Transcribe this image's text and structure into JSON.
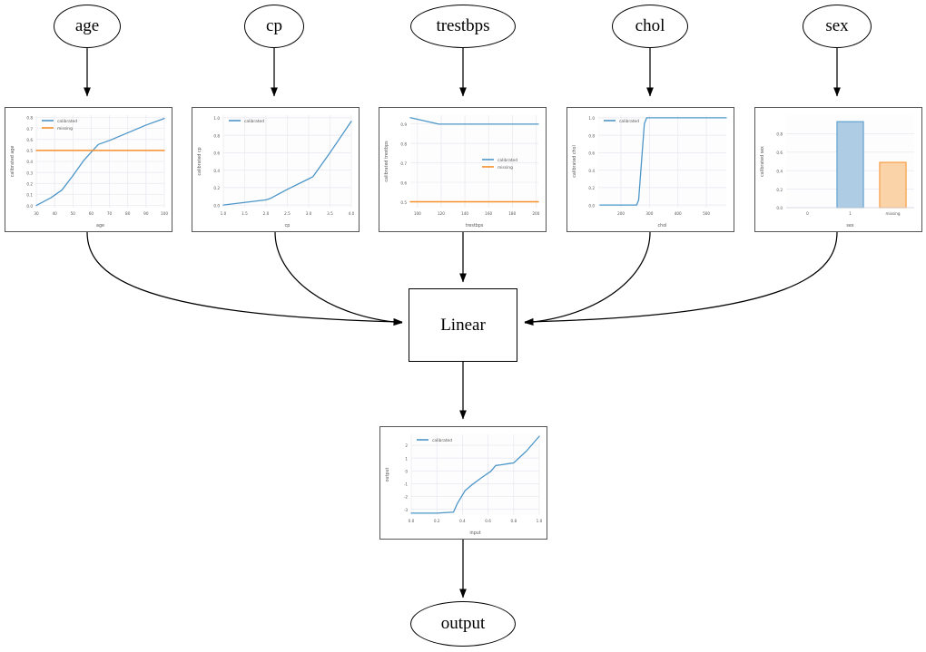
{
  "graph": {
    "input_nodes": [
      {
        "id": "age",
        "label": "age"
      },
      {
        "id": "cp",
        "label": "cp"
      },
      {
        "id": "trestbps",
        "label": "trestbps"
      },
      {
        "id": "chol",
        "label": "chol"
      },
      {
        "id": "sex",
        "label": "sex"
      }
    ],
    "linear_node": {
      "label": "Linear"
    },
    "output_node": {
      "label": "output"
    }
  },
  "legend_labels": {
    "calibrated": "calibrated",
    "missing": "missing"
  },
  "colors": {
    "calibrated": "#4d96c8",
    "missing": "#f5902b",
    "bar_blue_face": "#aecde4",
    "bar_blue_edge": "#4d96c8",
    "bar_orange_face": "#fbd3a8",
    "bar_orange_edge": "#f5902b",
    "panel_border": "#555555",
    "grid": "#e8e8ef"
  },
  "chart_data": [
    {
      "id": "age",
      "type": "line",
      "title": "",
      "xlabel": "age",
      "ylabel": "calibrated age",
      "xlim": [
        30,
        100
      ],
      "ylim": [
        -0.02,
        0.82
      ],
      "xticks": [
        30,
        40,
        50,
        60,
        70,
        80,
        90,
        100
      ],
      "yticks": [
        0.0,
        0.1,
        0.2,
        0.3,
        0.4,
        0.5,
        0.6,
        0.7,
        0.8
      ],
      "grid": true,
      "legend": [
        "calibrated",
        "missing"
      ],
      "legend_position": "upper left",
      "series": [
        {
          "name": "calibrated",
          "color": "#4d96c8",
          "x": [
            30,
            38,
            44,
            50,
            56,
            62,
            64,
            70,
            80,
            90,
            100
          ],
          "y": [
            0.0,
            0.07,
            0.14,
            0.27,
            0.41,
            0.52,
            0.555,
            0.59,
            0.66,
            0.73,
            0.79
          ]
        },
        {
          "name": "missing",
          "color": "#f5902b",
          "x": [
            30,
            100
          ],
          "y": [
            0.5,
            0.5
          ]
        }
      ]
    },
    {
      "id": "cp",
      "type": "line",
      "title": "",
      "xlabel": "cp",
      "ylabel": "calibrated cp",
      "xlim": [
        1.0,
        4.0
      ],
      "ylim": [
        -0.03,
        1.03
      ],
      "xticks": [
        1.0,
        1.5,
        2.0,
        2.5,
        3.0,
        3.5,
        4.0
      ],
      "yticks": [
        0.0,
        0.2,
        0.4,
        0.6,
        0.8,
        1.0
      ],
      "grid": true,
      "legend": [
        "calibrated"
      ],
      "legend_position": "upper left",
      "series": [
        {
          "name": "calibrated",
          "color": "#4d96c8",
          "x": [
            1.0,
            1.5,
            2.0,
            2.1,
            2.5,
            3.0,
            3.1,
            3.5,
            4.0
          ],
          "y": [
            0.0,
            0.03,
            0.06,
            0.075,
            0.18,
            0.3,
            0.325,
            0.6,
            0.96
          ]
        }
      ]
    },
    {
      "id": "trestbps",
      "type": "line",
      "title": "",
      "xlabel": "trestbps",
      "ylabel": "calibrated trestbps",
      "xlim": [
        94,
        202
      ],
      "ylim": [
        0.47,
        0.945
      ],
      "xticks": [
        100,
        120,
        140,
        160,
        180,
        200
      ],
      "yticks": [
        0.5,
        0.6,
        0.7,
        0.8,
        0.9
      ],
      "grid": true,
      "legend": [
        "calibrated",
        "missing"
      ],
      "legend_position": "center right",
      "series": [
        {
          "name": "calibrated",
          "color": "#4d96c8",
          "x": [
            94,
            118,
            202
          ],
          "y": [
            0.932,
            0.899,
            0.899
          ]
        },
        {
          "name": "missing",
          "color": "#f5902b",
          "x": [
            94,
            202
          ],
          "y": [
            0.5,
            0.5
          ]
        }
      ]
    },
    {
      "id": "chol",
      "type": "line",
      "title": "",
      "xlabel": "chol",
      "ylabel": "calibrated chol",
      "xlim": [
        120,
        570
      ],
      "ylim": [
        -0.03,
        1.03
      ],
      "xticks": [
        200,
        300,
        400,
        500
      ],
      "yticks": [
        0.0,
        0.2,
        0.4,
        0.6,
        0.8,
        1.0
      ],
      "grid": true,
      "legend": [
        "calibrated"
      ],
      "legend_position": "upper left",
      "series": [
        {
          "name": "calibrated",
          "color": "#4d96c8",
          "x": [
            126,
            255,
            262,
            282,
            290,
            570
          ],
          "y": [
            0.0,
            0.0,
            0.06,
            0.93,
            1.0,
            1.0
          ]
        }
      ]
    },
    {
      "id": "sex",
      "type": "bar",
      "title": "",
      "xlabel": "sex",
      "ylabel": "calibrated sex",
      "categories": [
        "0",
        "1",
        "missing"
      ],
      "values": [
        0.0,
        0.93,
        0.49
      ],
      "bar_colors": [
        "#aecde4",
        "#aecde4",
        "#fbd3a8"
      ],
      "bar_edges": [
        "#4d96c8",
        "#4d96c8",
        "#f5902b"
      ],
      "ylim": [
        0.0,
        1.0
      ],
      "yticks": [
        0.0,
        0.2,
        0.4,
        0.6,
        0.8
      ],
      "grid": true,
      "legend": []
    },
    {
      "id": "output",
      "type": "line",
      "title": "",
      "xlabel": "input",
      "ylabel": "output",
      "xlim": [
        0.0,
        1.0
      ],
      "ylim": [
        -3.45,
        2.85
      ],
      "xticks": [
        0.0,
        0.2,
        0.4,
        0.6,
        0.8,
        1.0
      ],
      "yticks": [
        -3,
        -2,
        -1,
        0,
        1,
        2
      ],
      "grid": true,
      "legend": [
        "calibrated"
      ],
      "legend_position": "upper left",
      "series": [
        {
          "name": "calibrated",
          "color": "#4d96c8",
          "x": [
            0.0,
            0.2,
            0.33,
            0.36,
            0.42,
            0.47,
            0.55,
            0.62,
            0.66,
            0.7,
            0.77,
            0.8,
            0.9,
            1.0
          ],
          "y": [
            -3.3,
            -3.3,
            -3.22,
            -2.55,
            -1.55,
            -1.12,
            -0.52,
            -0.05,
            0.42,
            0.47,
            0.58,
            0.62,
            1.55,
            2.7
          ]
        }
      ]
    }
  ]
}
